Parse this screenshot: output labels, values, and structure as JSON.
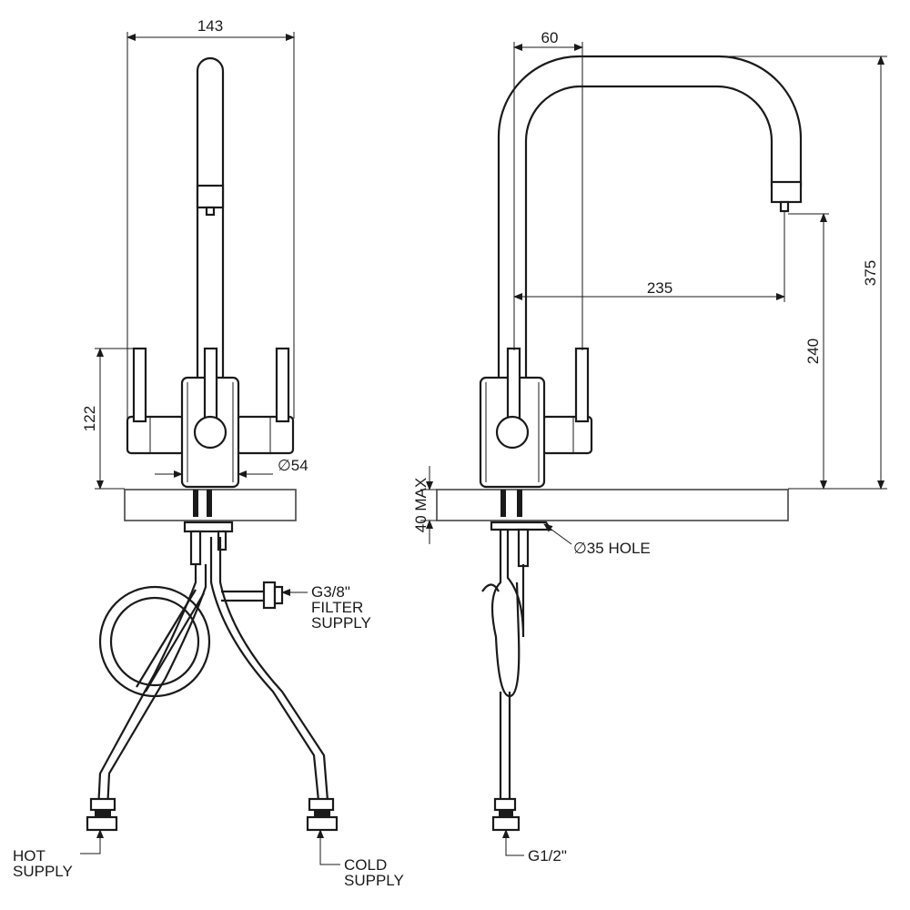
{
  "title": "Mixer tap technical drawing",
  "front_view": {
    "width_dim": "143",
    "lever_height_dim": "122",
    "body_diameter_dim": "∅54",
    "filter_label_line1": "G3/8\"",
    "filter_label_line2": "FILTER",
    "filter_label_line3": "SUPPLY",
    "hot_line1": "HOT",
    "hot_line2": "SUPPLY",
    "cold_line1": "COLD",
    "cold_line2": "SUPPLY"
  },
  "side_view": {
    "offset_dim": "60",
    "total_height_dim": "375",
    "reach_dim": "235",
    "spout_height_dim": "240",
    "deck_thickness": "40 MAX",
    "hole_label": "∅35 HOLE",
    "connection_label": "G1/2\""
  }
}
